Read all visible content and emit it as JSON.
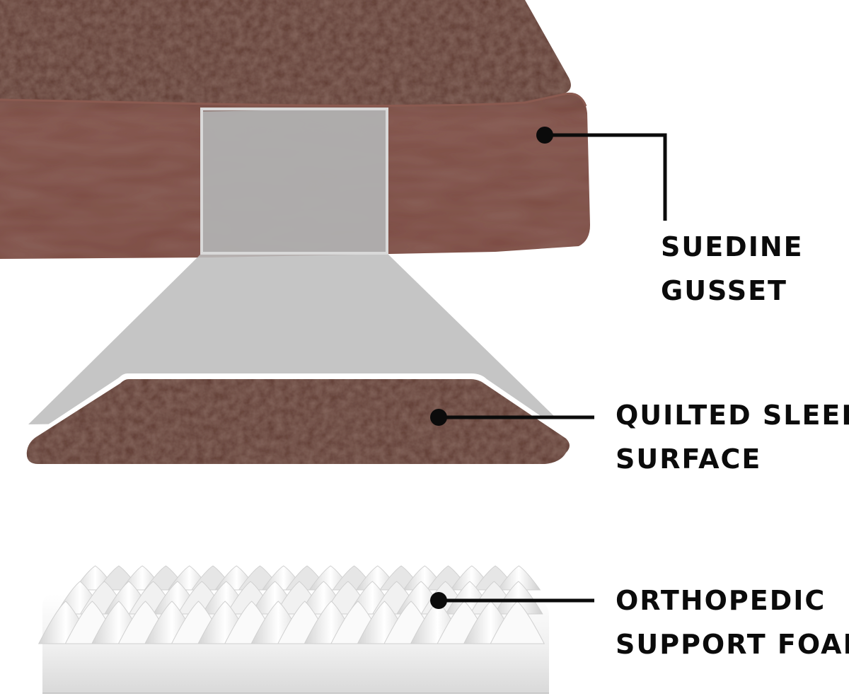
{
  "callouts": {
    "gusset": {
      "line1": "SUEDINE",
      "line2": "GUSSET"
    },
    "sleep_surface": {
      "line1": "QUILTED SLEEP",
      "line2": "SURFACE"
    },
    "foam": {
      "line1": "ORTHOPEDIC",
      "line2": "SUPPORT FOAM"
    }
  },
  "colors": {
    "fur_top": "#5e3a31",
    "gusset_side": "#7e4d45",
    "zoom_overlay": "#bdbdbd",
    "foam": "#ececec",
    "callout_line": "#0b0b0b"
  },
  "icons": {
    "callout_dot": "filled-circle",
    "callout_leader": "elbow-line"
  }
}
